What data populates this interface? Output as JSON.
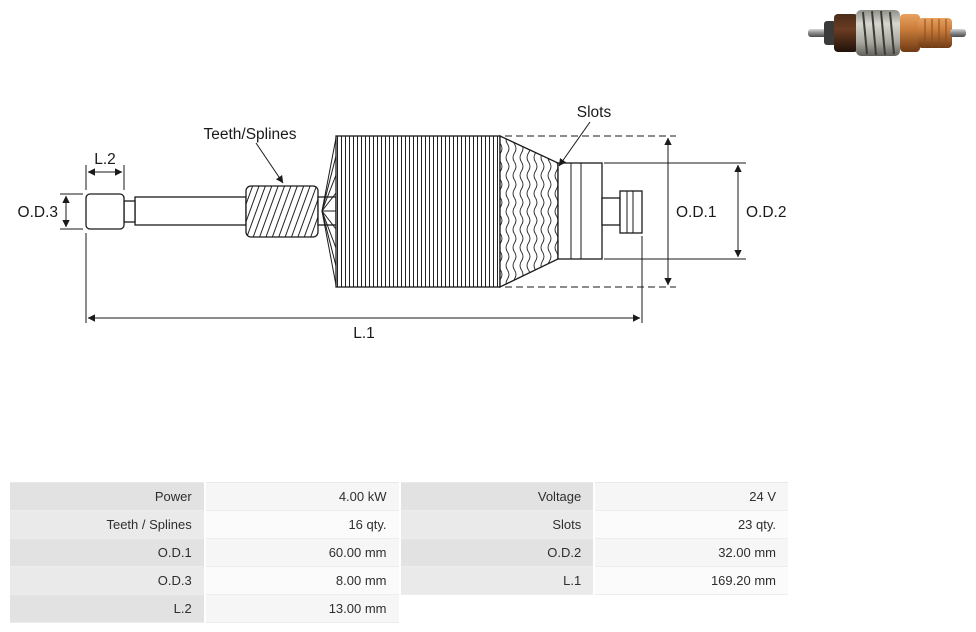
{
  "diagram": {
    "stroke_color": "#1a1a1a",
    "labels": {
      "teeth_splines": "Teeth/Splines",
      "slots": "Slots",
      "l2": "L.2",
      "od3": "O.D.3",
      "od1": "O.D.1",
      "od2": "O.D.2",
      "l1": "L.1"
    }
  },
  "photo": {
    "description": "armature-product-photo",
    "copper_color": "#c97c3b",
    "steel_color": "#a8a8a0"
  },
  "table": {
    "rows": [
      {
        "cells": [
          "Power",
          "4.00 kW",
          "Voltage",
          "24 V"
        ]
      },
      {
        "cells": [
          "Teeth / Splines",
          "16 qty.",
          "Slots",
          "23 qty."
        ]
      },
      {
        "cells": [
          "O.D.1",
          "60.00 mm",
          "O.D.2",
          "32.00 mm"
        ]
      },
      {
        "cells": [
          "O.D.3",
          "8.00 mm",
          "L.1",
          "169.20 mm"
        ]
      },
      {
        "cells": [
          "L.2",
          "13.00 mm",
          "",
          ""
        ]
      }
    ]
  }
}
